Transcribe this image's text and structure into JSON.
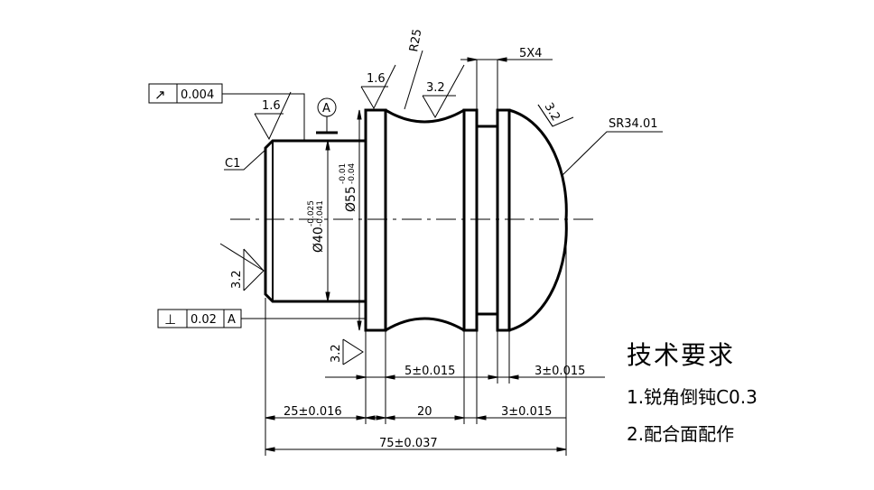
{
  "datum": {
    "letter": "A"
  },
  "geometric_tolerances": {
    "runout": {
      "symbol": "↗",
      "value": "0.004"
    },
    "perpendicularity": {
      "symbol": "⊥",
      "value": "0.02",
      "datum": "A"
    }
  },
  "surface_finish": {
    "top_shaft": "1.6",
    "flange": "1.6",
    "groove": "3.2",
    "sphere": "3.2",
    "shaft_end": "3.2",
    "flange_bottom": "3.2"
  },
  "callouts": {
    "chamfer": "C1",
    "groove_radius": "R25",
    "neck": "5X4",
    "sphere_radius": "SR34.01"
  },
  "diameters": {
    "shaft": {
      "nominal": "Ø40",
      "upper": "-0.025",
      "lower": "-0.041"
    },
    "collar": {
      "nominal": "Ø55",
      "upper": "-0.01",
      "lower": "-0.04"
    }
  },
  "dimensions": {
    "shaft_length": "25±0.016",
    "groove_length": "20",
    "flange_width": "5±0.015",
    "neck_width_lower": "3±0.015",
    "neck_width_upper": "3±0.015",
    "overall_length": "75±0.037"
  },
  "technical_requirements": {
    "title": "技术要求",
    "items": [
      "1.锐角倒钝C0.3",
      "2.配合面配作"
    ]
  }
}
